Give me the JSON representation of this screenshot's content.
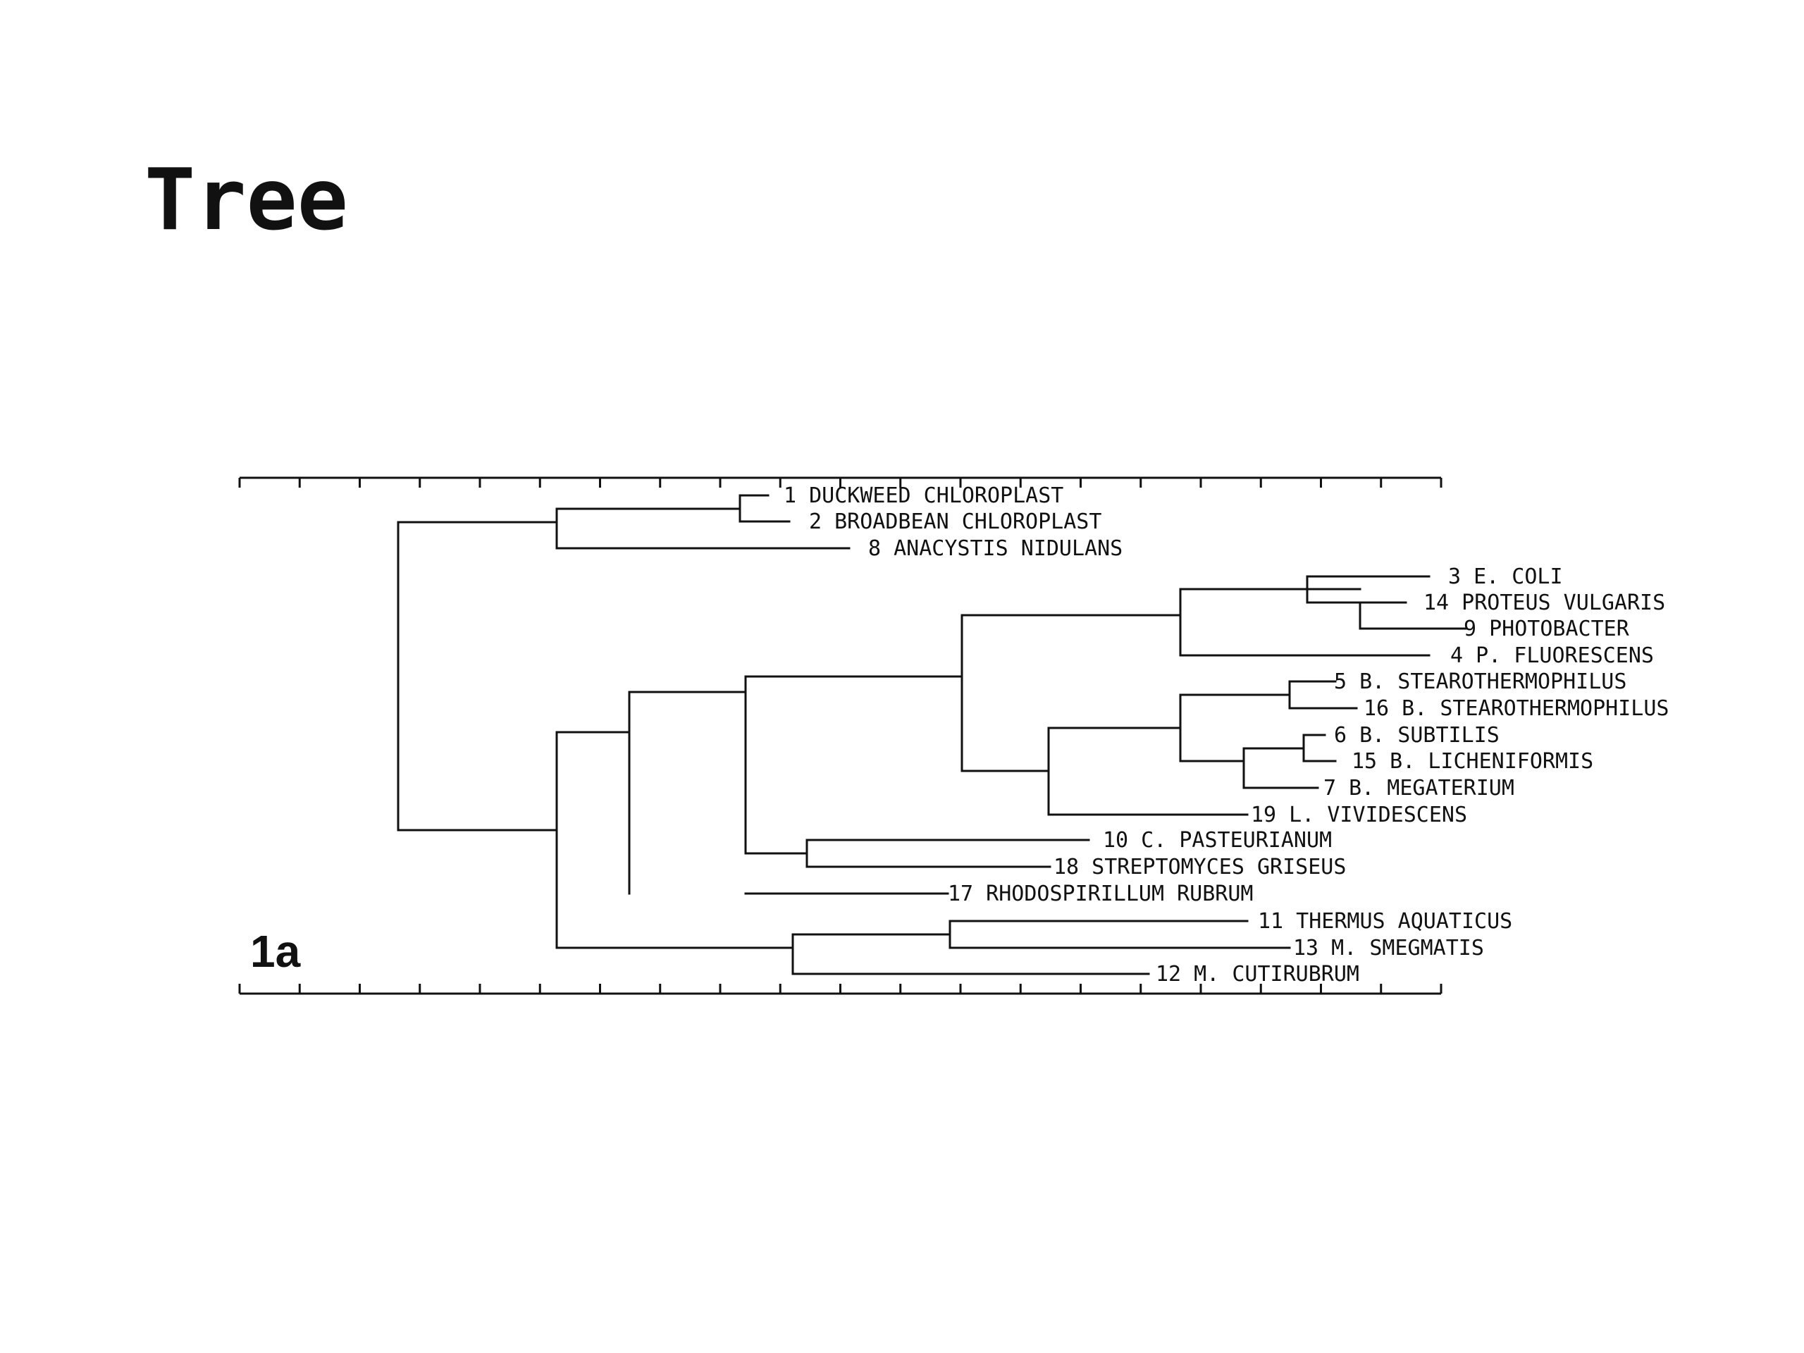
{
  "page": {
    "title": "Tree"
  },
  "figure": {
    "label": "1a",
    "leaves": [
      "1 DUCKWEED CHLOROPLAST",
      "2 BROADBEAN CHLOROPLAST",
      "8 ANACYSTIS NIDULANS",
      "3 E. COLI",
      "14 PROTEUS VULGARIS",
      "9 PHOTOBACTER",
      "4 P. FLUORESCENS",
      "5 B. STEAROTHERMOPHILUS",
      "16 B. STEAROTHERMOPHILUS",
      "6 B. SUBTILIS",
      "15 B. LICHENIFORMIS",
      "7 B. MEGATERIUM",
      "19 L. VIVIDESCENS",
      "10 C. PASTEURIANUM",
      "18 STREPTOMYCES GRISEUS",
      "17 RHODOSPIRILLUM RUBRUM",
      "11 THERMUS AQUATICUS",
      "13 M. SMEGMATIS",
      "12 M. CUTIRUBRUM"
    ]
  }
}
